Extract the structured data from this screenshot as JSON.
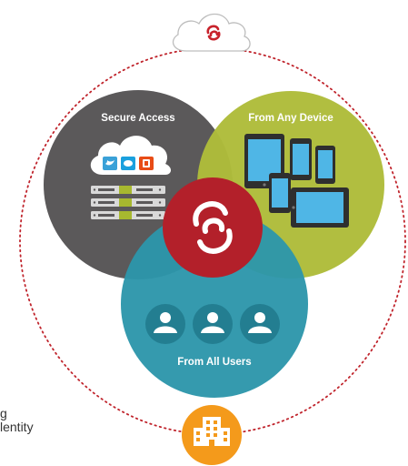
{
  "labels": {
    "secure_access": "Secure Access",
    "from_any_device": "From Any Device",
    "from_all_users": "From All Users"
  },
  "cut_text": {
    "line1": "g",
    "line2": "lentity"
  },
  "icons": {
    "top": "cloud-logo-icon",
    "center": "brand-logo-icon",
    "bottom": "building-icon"
  },
  "colors": {
    "dotted_ring": "#c0242c",
    "secure_access_circle": "#5b595a",
    "any_device_circle": "#aebc3a",
    "all_users_circle": "#2d96ab",
    "brand_red": "#b3202a",
    "building_orange": "#f49a1b",
    "user_circle": "#237e91"
  }
}
